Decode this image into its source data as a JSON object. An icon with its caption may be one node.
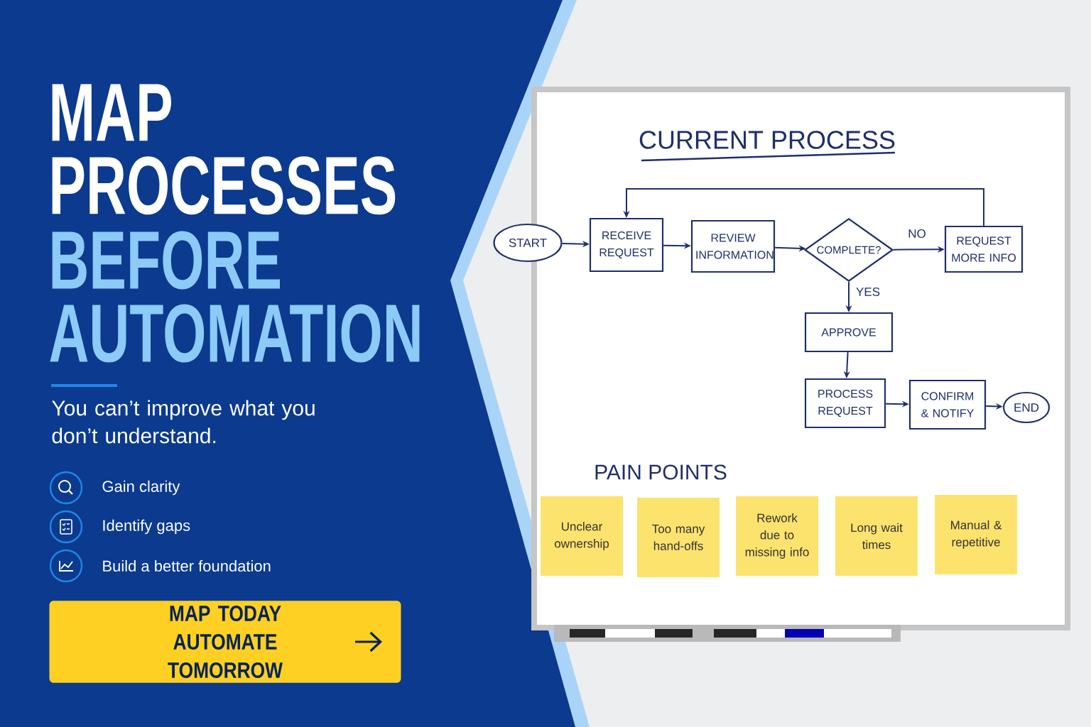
{
  "diagram": {
    "nodes": [
      {
        "text": [
          "START"
        ]
      },
      {
        "text": [
          "RECEIVE REQUEST"
        ]
      },
      {
        "text": [
          "REVIEW INFORMATION"
        ]
      },
      {
        "text": [
          "COMPLETE?"
        ]
      },
      {
        "text": [
          "REQUEST MORE INFO"
        ]
      },
      {
        "text": [
          "APPROVE"
        ]
      },
      {
        "text": [
          "PROCESS REQUEST"
        ]
      },
      {
        "text": [
          "CONFIRM & NOTIFY"
        ]
      },
      {
        "text": [
          "END"
        ]
      },
      {
        "text": [
          "Unclear ownership"
        ]
      },
      {
        "text": [
          "Too many hand-offs"
        ]
      },
      {
        "text": [
          "Rework due to missing info"
        ]
      },
      {
        "text": [
          "Long wait times"
        ]
      },
      {
        "text": [
          "Manual & repetitive"
        ]
      },
      {
        "text": [
          "MAP TODAY AUTOMATE TOMORROW"
        ]
      }
    ],
    "edges": [
      {
        "from": 0,
        "to": 1,
        "arrow": "to"
      },
      {
        "from": 1,
        "to": 2,
        "arrow": "to"
      },
      {
        "from": 2,
        "to": 3,
        "arrow": "to"
      },
      {
        "from": 3,
        "to": 4,
        "arrow": "to",
        "label": "NO"
      },
      {
        "from": 4,
        "to": 1,
        "arrow": "to"
      },
      {
        "from": 3,
        "to": 5,
        "arrow": "to",
        "label": "YES"
      },
      {
        "from": 5,
        "to": 6,
        "arrow": "to"
      },
      {
        "from": 6,
        "to": 7,
        "arrow": "to"
      },
      {
        "from": 7,
        "to": 8,
        "arrow": "to"
      }
    ],
    "labels": [
      "MAP PROCESSES",
      "BEFORE AUTOMATION",
      "You can’t improve what you don’t understand.",
      "Gain clarity",
      "Identify gaps",
      "Build a better foundation",
      "CURRENT PROCESS",
      "PAIN POINTS"
    ]
  }
}
